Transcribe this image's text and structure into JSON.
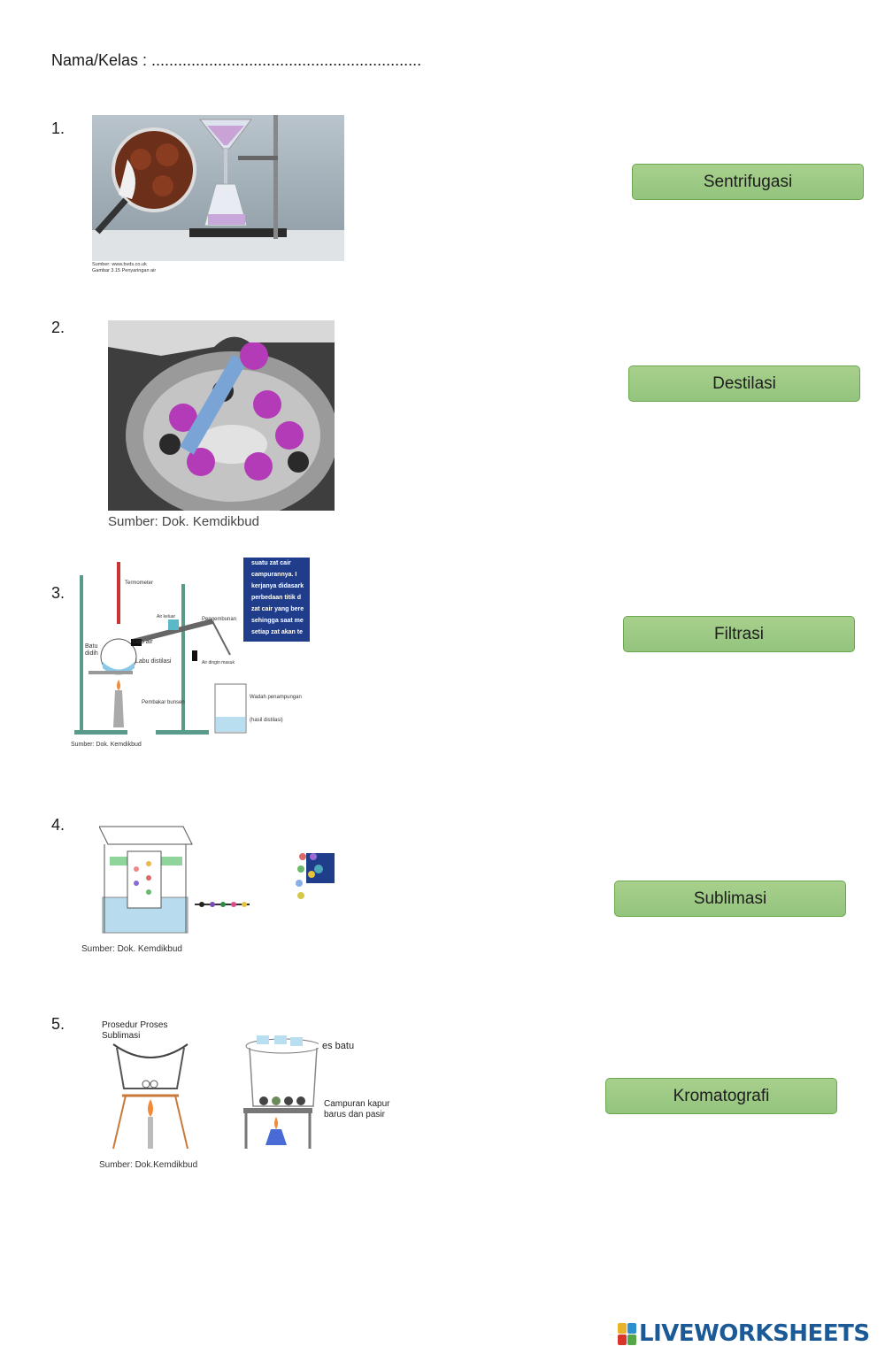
{
  "header": {
    "label": "Nama/Kelas : ............................................................."
  },
  "items": [
    {
      "number": "1.",
      "caption": "Sumber: www.bvds.co.uk\nGambar 3.15 Penyaringan air"
    },
    {
      "number": "2.",
      "caption": "Sumber: Dok. Kemdikbud"
    },
    {
      "number": "3.",
      "caption": "Sumber: Dok. Kemdikbud",
      "labels": {
        "thermometer": "Termometer",
        "condenser": "Pengembunan",
        "water_out": "Air keluar",
        "vapor": "Uap air",
        "boiling_stone": "Batu didih",
        "flask": "Labu distilasi",
        "water_in": "Air dingin masuk",
        "burner": "Pembakar bunsen",
        "container": "Wadah penampungan",
        "distillate": "(hasil distilasi)"
      },
      "info_text": [
        "suatu zat cair",
        "campurannya. I",
        "kerjanya didasark",
        "perbedaan titik d",
        "zat cair yang bere",
        "sehingga saat me",
        "setiap zat akan te"
      ]
    },
    {
      "number": "4.",
      "caption": "Sumber: Dok. Kemdikbud"
    },
    {
      "number": "5.",
      "caption": "Sumber: Dok.Kemdikbud",
      "title": "Prosedur Proses Sublimasi",
      "labels": {
        "ice": "es batu",
        "mixture": "Campuran kapur barus dan pasir"
      }
    }
  ],
  "answers": [
    "Sentrifugasi",
    "Destilasi",
    "Filtrasi",
    "Sublimasi",
    "Kromatografi"
  ],
  "footer": {
    "logo_text": "LIVEWORKSHEETS"
  },
  "colors": {
    "answer_fill": "#93c47d",
    "answer_border": "#6aa84f",
    "logo_blue": "#1b5a96"
  }
}
